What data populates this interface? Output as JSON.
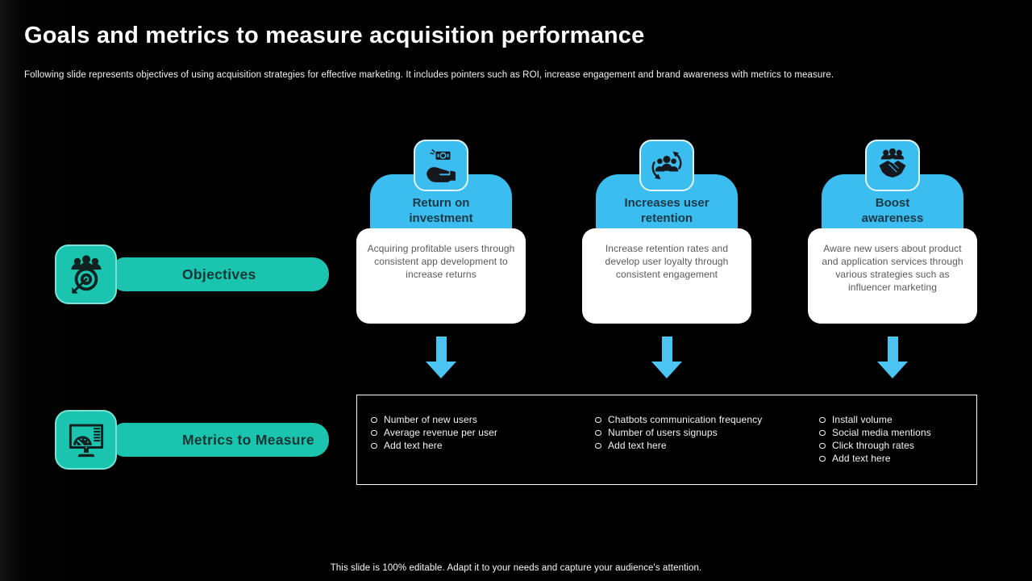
{
  "slide": {
    "title": "Goals and metrics to measure acquisition performance",
    "subtitle": "Following slide represents objectives of using acquisition strategies for effective marketing. It includes pointers such as ROI, increase engagement and brand awareness with metrics to measure.",
    "footer": "This slide is 100% editable. Adapt it to your needs and capture your audience's attention."
  },
  "colors": {
    "accent_blue": "#3bbeef",
    "accent_teal": "#1bc4af",
    "arrow_blue": "#4cc4f2",
    "header_text": "#1b3848",
    "banner_text": "#123733",
    "body_text": "#595959"
  },
  "row_labels": [
    {
      "label": "Objectives",
      "icon": "target-audience-icon"
    },
    {
      "label": "Metrics to Measure",
      "icon": "dashboard-monitor-icon"
    }
  ],
  "columns": [
    {
      "icon": "cash-in-hand-icon",
      "header": "Return on investment",
      "description": "Acquiring profitable users through consistent app development to increase returns",
      "metrics": [
        "Number of new users",
        "Average revenue per user",
        "Add text here"
      ]
    },
    {
      "icon": "user-retention-icon",
      "header": "Increases user retention",
      "description": "Increase retention rates and develop user loyalty through consistent engagement",
      "metrics": [
        "Chatbots communication frequency",
        "Number of users signups",
        "Add text here"
      ]
    },
    {
      "icon": "handshake-icon",
      "header": "Boost awareness",
      "description": "Aware new users about product and application services through various strategies such as influencer marketing",
      "metrics": [
        "Install volume",
        "Social media mentions",
        "Click through rates",
        "Add text here"
      ]
    }
  ]
}
